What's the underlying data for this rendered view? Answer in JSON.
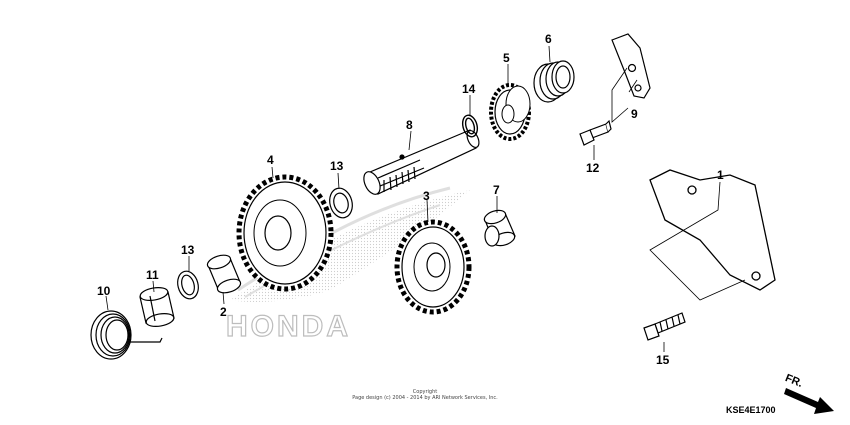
{
  "callouts": {
    "n1": "1",
    "n2": "2",
    "n3": "3",
    "n4": "4",
    "n5": "5",
    "n6": "6",
    "n7": "7",
    "n8": "8",
    "n9": "9",
    "n10": "10",
    "n11": "11",
    "n12": "12",
    "n13a": "13",
    "n13b": "13",
    "n14": "14",
    "n15": "15"
  },
  "watermark": "HONDA",
  "copyright": {
    "line1": "Copyright",
    "line2": "Page design (c) 2004 - 2014 by ARI Network Services, Inc."
  },
  "diagram_code": "KSE4E1700",
  "direction_label": "FR.",
  "colors": {
    "ink": "#000000",
    "watermark": "#d9d9d9"
  }
}
